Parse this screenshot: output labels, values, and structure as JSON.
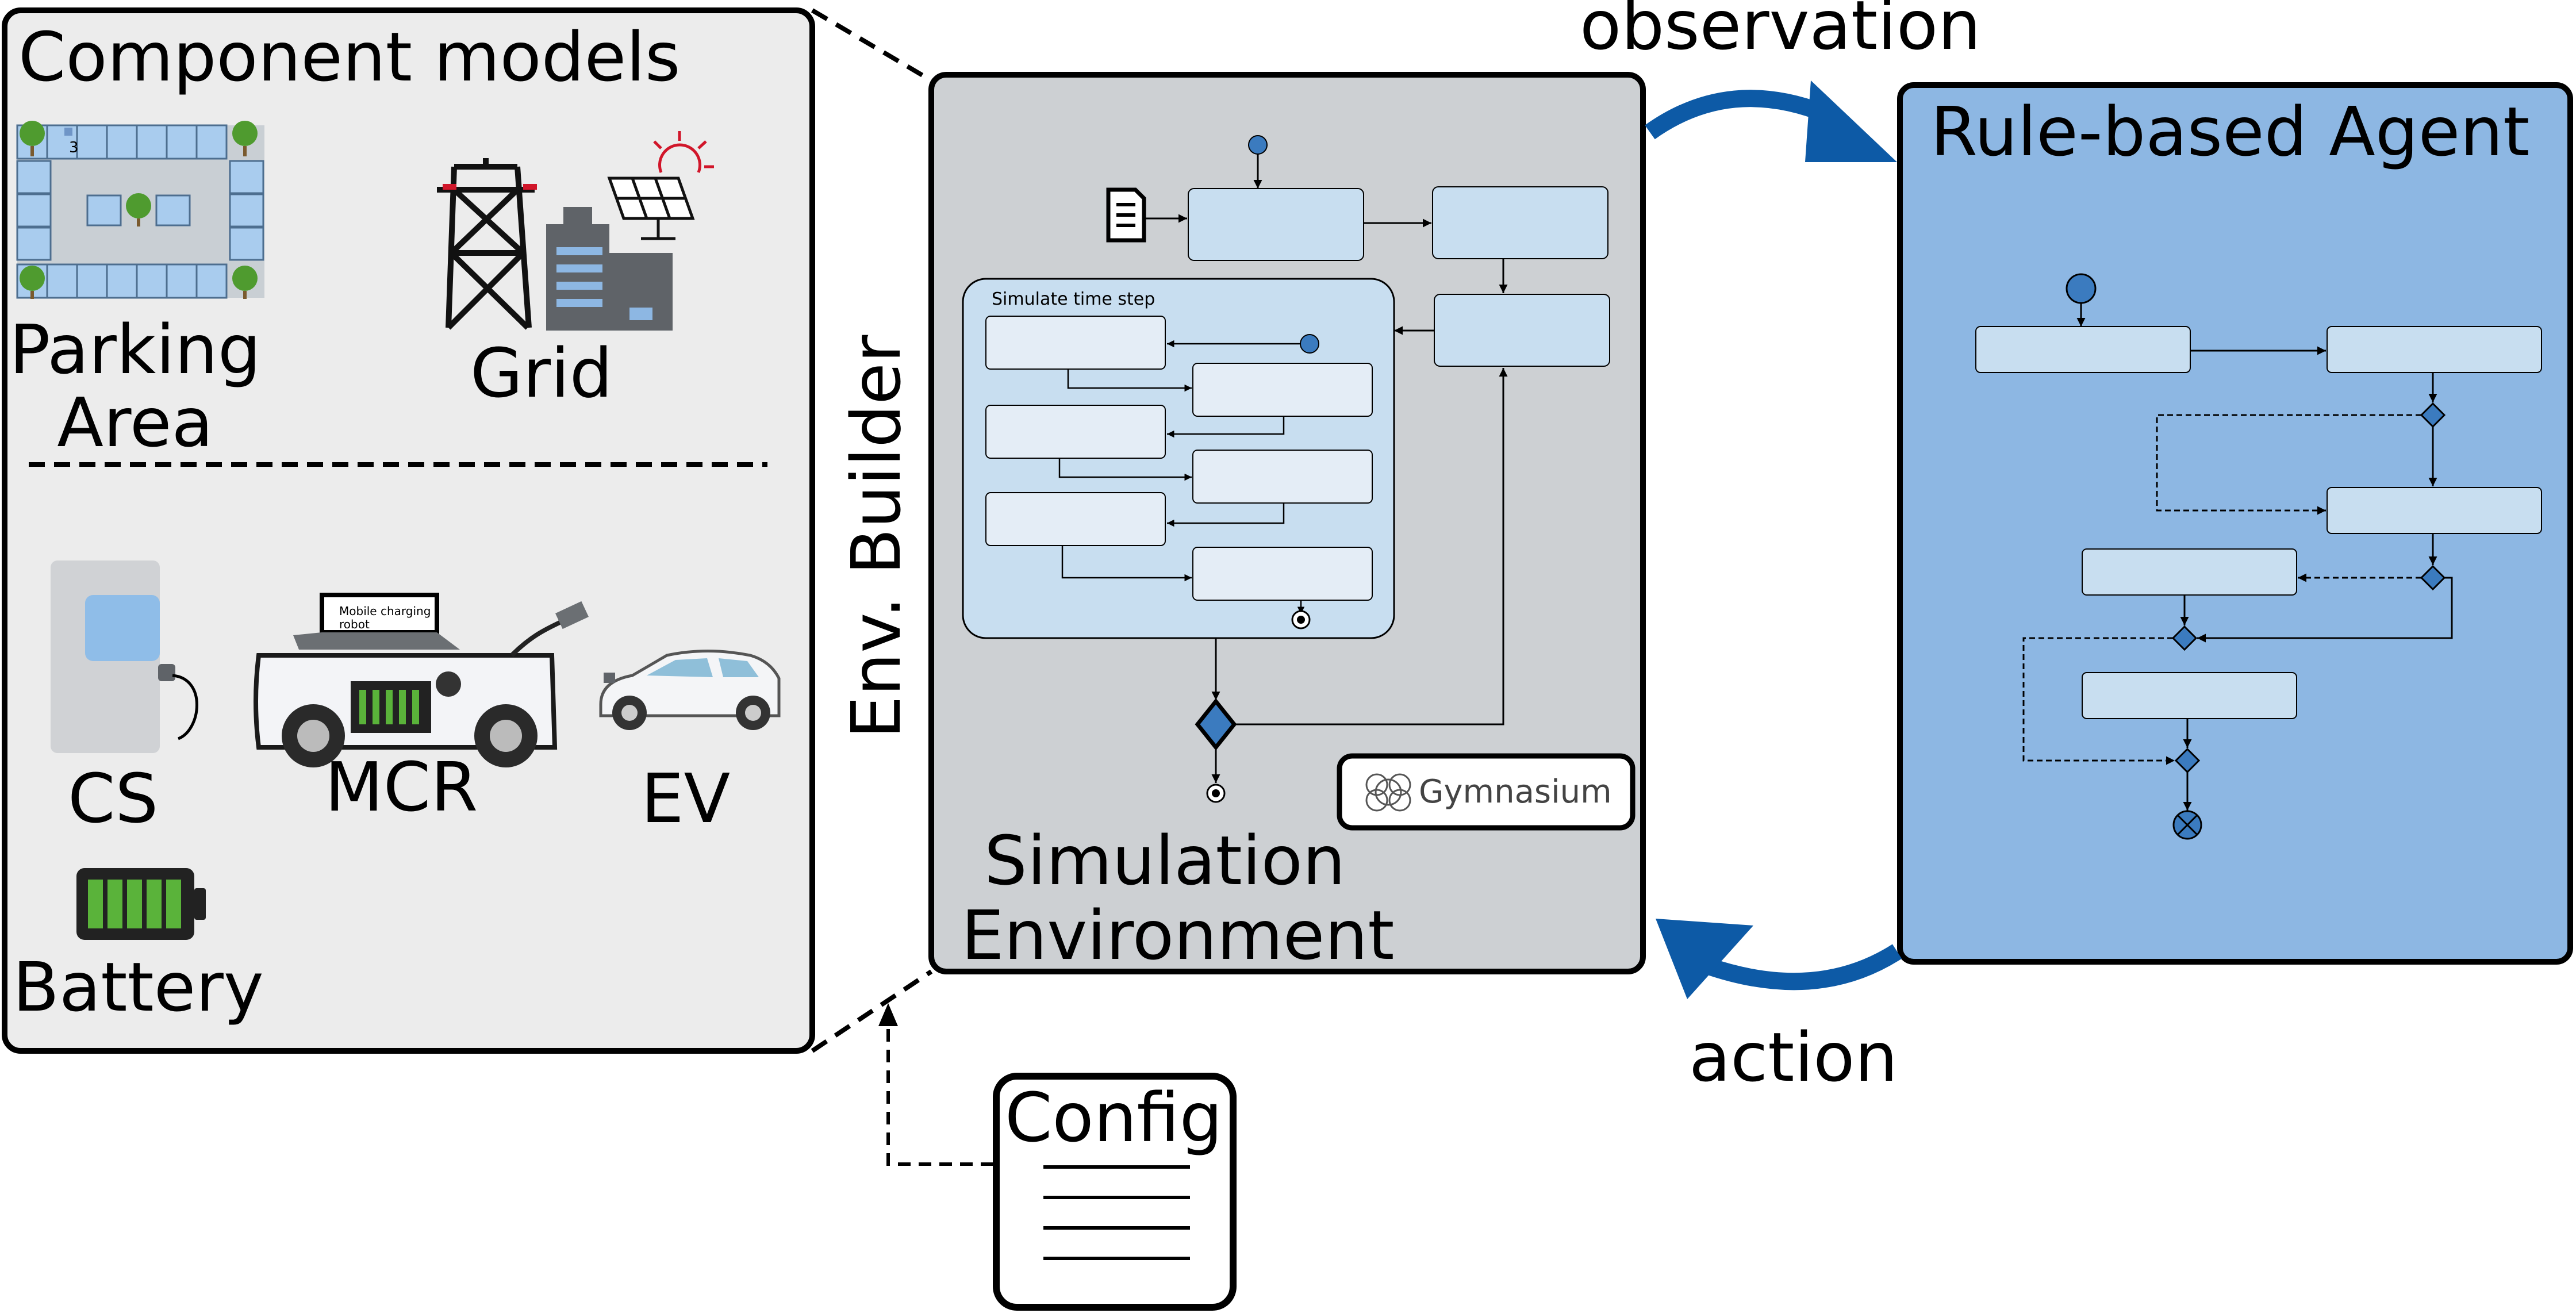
{
  "component_models": {
    "title": "Component models",
    "parking_area": "Parking\nArea",
    "grid": "Grid",
    "cs": "CS",
    "mcr": "MCR",
    "mcr_sign": [
      "Mobile charging",
      "robot"
    ],
    "ev": "EV",
    "battery": "Battery",
    "parking_slot_number": "3"
  },
  "env_builder": "Env. Builder",
  "simulation": {
    "title_line1": "Simulation",
    "title_line2": "Environment",
    "inner_title": "Simulate time step",
    "gymnasium": "Gymnasium"
  },
  "agent": {
    "title": "Rule-based Agent"
  },
  "arrows": {
    "observation": "observation",
    "action": "action"
  },
  "config": "Config",
  "colors": {
    "left_panel_bg": "#ececec",
    "sim_panel_bg": "#cdd0d3",
    "agent_panel_bg": "#8db7e3",
    "box_light": "#c8def0",
    "box_lighter": "#e4edf6",
    "arrow_blue": "#0d5aa6",
    "diamond_blue": "#3b7bbf",
    "battery_green": "#5ab33a"
  }
}
